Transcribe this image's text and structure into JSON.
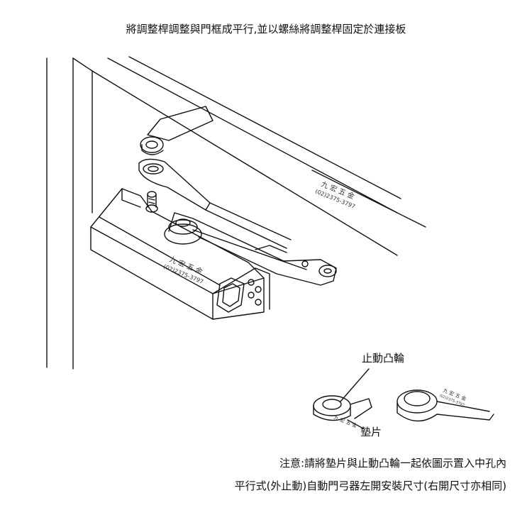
{
  "title": "將調整桿調整與門框成平行,並以螺絲將調整桿固定於連接板",
  "labels": {
    "stop_cam": "止動凸輪",
    "pad": "墊片"
  },
  "notes": {
    "line1": "注意:請將墊片與止動凸輪一起依圖示置入中孔內",
    "line2": "平行式(外止動)自動門弓器左開安裝尺寸(右開尺寸亦相同)"
  },
  "watermark": {
    "name": "九 宏 五 金",
    "phone": "(02)2375-3797"
  },
  "colors": {
    "line": "#111111",
    "background": "#ffffff"
  }
}
